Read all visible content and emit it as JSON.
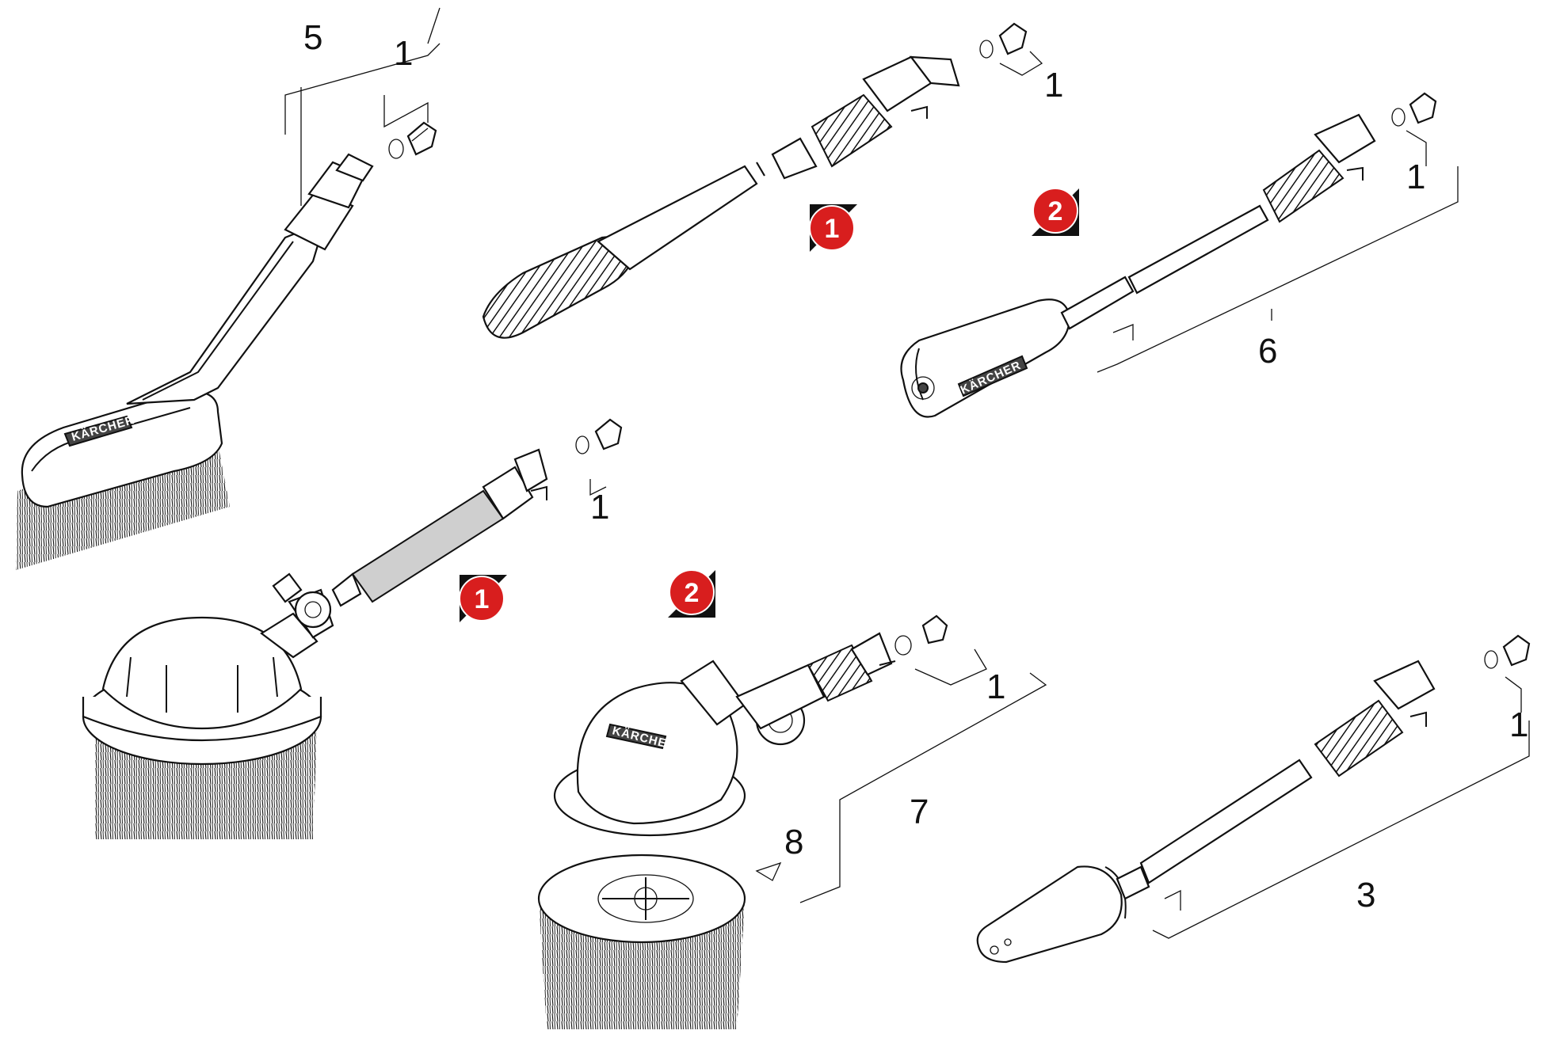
{
  "labels": {
    "five": "5",
    "six": "6",
    "seven": "7",
    "eight": "8",
    "three": "3",
    "one": "1"
  },
  "badges": {
    "first": "1",
    "second": "2"
  },
  "brand": "KÄRCHER",
  "colors": {
    "badge_red": "#d81e1e",
    "badge_shadow": "#111111",
    "line": "#111111"
  }
}
